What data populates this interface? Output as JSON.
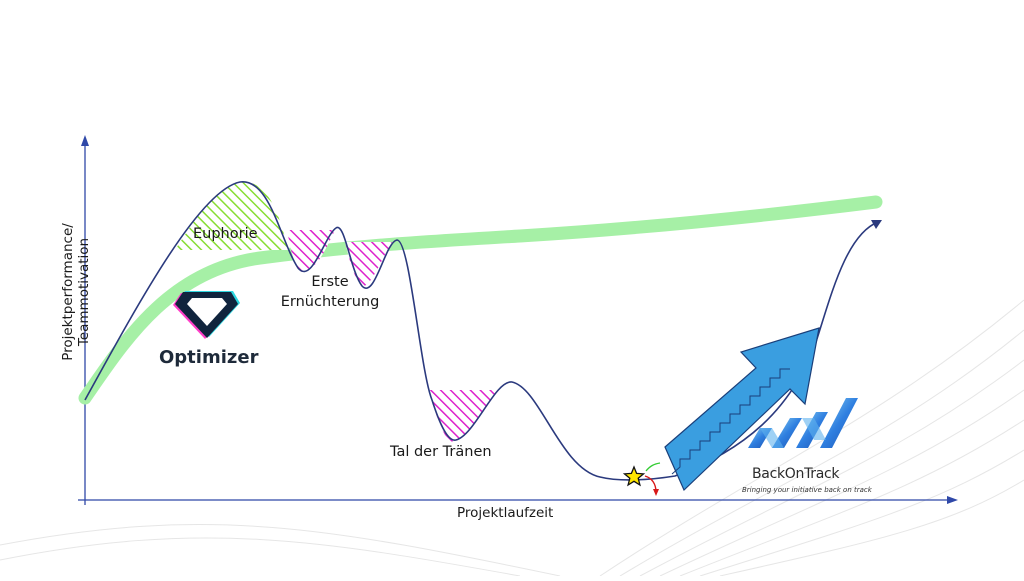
{
  "axes": {
    "y_label_line1": "Projektperformance/",
    "y_label_line2": "Teammotivation",
    "x_label": "Projektlaufzeit"
  },
  "phases": {
    "euphorie": "Euphorie",
    "ernuechterung_line1": "Erste",
    "ernuechterung_line2": "Ernüchterung",
    "tal": "Tal der Tränen"
  },
  "logos": {
    "optimizer": "Optimizer",
    "backontrack_name": "BackOnTrack",
    "backontrack_tagline": "Bringing your initiative back on track"
  },
  "colors": {
    "axis": "#2f48a8",
    "curve": "#2b3a7e",
    "motivation_band": "#a6f0a6",
    "euphorie_hatch": "#88dd33",
    "disillusion_hatch": "#dd22cc",
    "arrow_fill": "#3a9ee0",
    "arrow_stroke": "#1a3f7a"
  },
  "icons": [
    "optimizer-gem-icon",
    "star-icon",
    "curved-arrow-icon",
    "backontrack-logo-icon",
    "upward-arrow-icon"
  ]
}
